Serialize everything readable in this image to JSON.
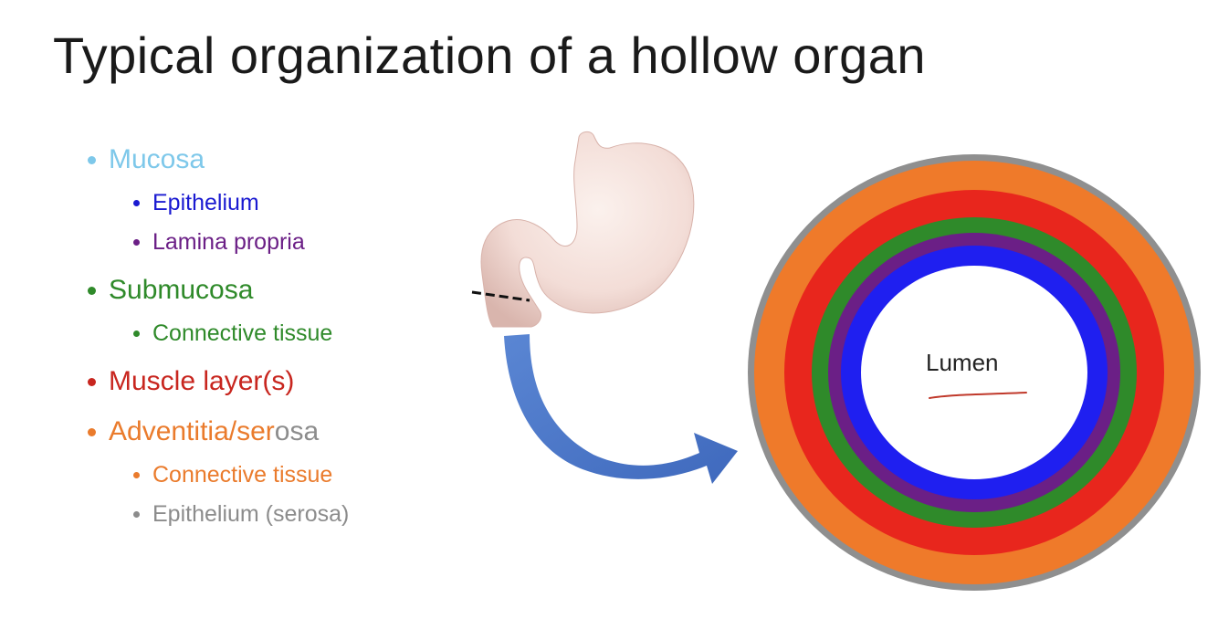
{
  "title": "Typical organization of a hollow organ",
  "bullets": [
    {
      "level": 1,
      "text": "Mucosa",
      "color": "#7ec8ea"
    },
    {
      "level": 2,
      "text": "Epithelium",
      "color": "#1a1ad1"
    },
    {
      "level": 2,
      "text": "Lamina propria",
      "color": "#6b1f86"
    },
    {
      "level": 1,
      "text": "Submucosa",
      "color": "#2f8a2a"
    },
    {
      "level": 2,
      "text": "Connective tissue",
      "color": "#2f8a2a"
    },
    {
      "level": 1,
      "text": "Muscle layer(s)",
      "color": "#c8261f"
    },
    {
      "level": 1,
      "text": "Adventitia/serosa",
      "color": "#ea7b2c",
      "split_at": 14,
      "tail_color": "#8c8c8c"
    },
    {
      "level": 2,
      "text": "Connective tissue",
      "color": "#ea7b2c"
    },
    {
      "level": 2,
      "text": "Epithelium (serosa)",
      "color": "#8c8c8c"
    }
  ],
  "diagram": {
    "lumen_label": "Lumen",
    "layer_colors": {
      "outer_rim": "#8f8f8f",
      "adventitia": "#ef7a2a",
      "muscle": "#e8261d",
      "submucosa": "#2f8a2a",
      "lamina_propria": "#6b1f86",
      "epithelium": "#1f1ff0",
      "lumen": "#ffffff"
    },
    "arrow_color": "#4a76c7",
    "stomach_color": "#f3ddd7",
    "underline_color": "#c0392b"
  }
}
